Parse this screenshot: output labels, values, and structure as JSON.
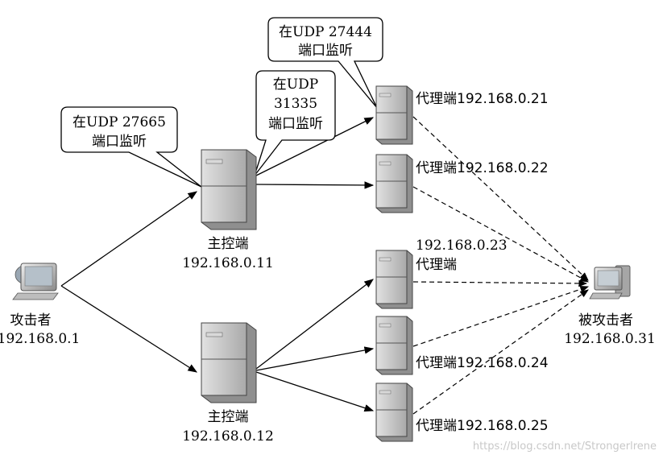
{
  "attacker": {
    "title": "攻击者",
    "ip": "192.168.0.1"
  },
  "masters": [
    {
      "title": "主控端",
      "ip": "192.168.0.11"
    },
    {
      "title": "主控端",
      "ip": "192.168.0.12"
    }
  ],
  "agents": [
    {
      "text": "代理端192.168.0.21"
    },
    {
      "text": "代理端192.168.0.22"
    },
    {
      "line1": "192.168.0.23",
      "line2": "代理端"
    },
    {
      "text": "代理端192.168.0.24"
    },
    {
      "text": "代理端192.168.0.25"
    }
  ],
  "victim": {
    "title": "被攻击者",
    "ip": "192.168.0.31"
  },
  "callouts": [
    {
      "line1": "在UDP 27665",
      "line2": "端口监听"
    },
    {
      "line1": "在UDP",
      "line2": "31335",
      "line3": "端口监听"
    },
    {
      "line1": "在UDP 27444",
      "line2": "端口监听"
    }
  ],
  "watermark": "https://blog.csdn.net/Strongerlrene"
}
